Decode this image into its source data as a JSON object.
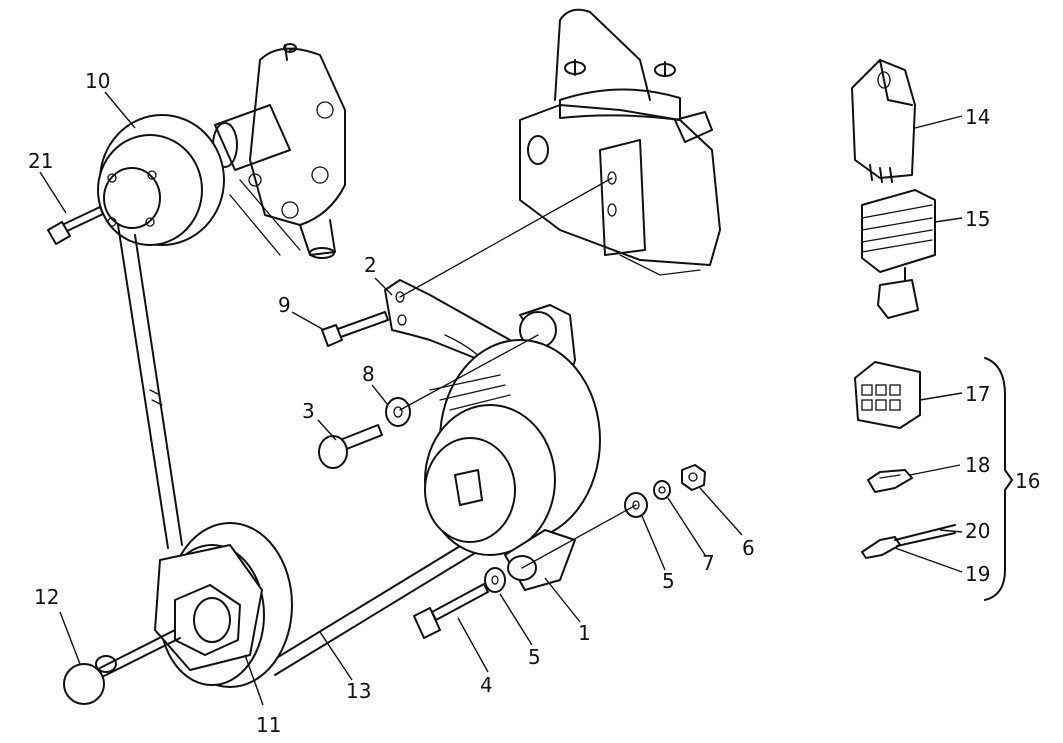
{
  "callouts": {
    "c1": "1",
    "c2": "2",
    "c3": "3",
    "c4": "4",
    "c5a": "5",
    "c5b": "5",
    "c6": "6",
    "c7": "7",
    "c8": "8",
    "c9": "9",
    "c10": "10",
    "c11": "11",
    "c12": "12",
    "c13": "13",
    "c14": "14",
    "c15": "15",
    "c16": "16",
    "c17": "17",
    "c18": "18",
    "c19": "19",
    "c20": "20",
    "c21": "21"
  }
}
